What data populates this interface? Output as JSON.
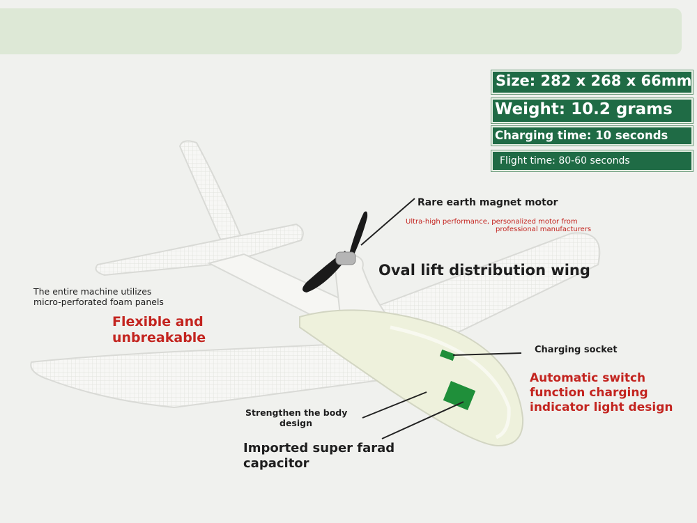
{
  "specs": {
    "size": "Size: 282 x 268 x 66mm",
    "weight": "Weight: 10.2 grams",
    "charging_time": "Charging time: 10 seconds",
    "flight_time": "Flight time: 80-60 seconds"
  },
  "callouts": {
    "motor_title": "Rare earth magnet motor",
    "motor_desc_line1": "Ultra-high performance, personalized motor from",
    "motor_desc_line2": "professional manufacturers",
    "wing": "Oval lift distribution wing",
    "foam_line1": "The entire machine utilizes",
    "foam_line2": "micro-perforated foam panels",
    "flexible_line1": "Flexible and",
    "flexible_line2": "unbreakable",
    "socket": "Charging socket",
    "switch_line1": "Automatic switch",
    "switch_line2": "function charging",
    "switch_line3": "indicator light design",
    "body_line1": "Strengthen the body",
    "body_line2": "design",
    "capacitor_line1": "Imported super farad",
    "capacitor_line2": "capacitor"
  },
  "colors": {
    "spec_bg": "#1f6b45",
    "accent_red": "#c3241f",
    "indicator_green": "#1f8f3a",
    "fuselage_tint": "#eef1dc"
  }
}
